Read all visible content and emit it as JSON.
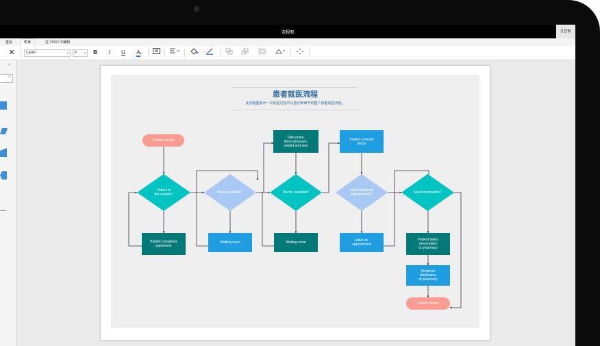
{
  "window": {
    "title": "流程图",
    "user": "孔巴斯"
  },
  "tabs": [
    {
      "label": "查看"
    },
    {
      "label": "形状"
    },
    {
      "label": "在 VISIO 中编辑"
    }
  ],
  "ribbon": {
    "font_name": "Calibri",
    "font_size": "8",
    "bold": "B",
    "italic": "I",
    "underline": "U",
    "font_color": "A"
  },
  "diagram": {
    "title": "患者就医流程",
    "subtitle": "此流程图展示一次就医过程中从登记到离开的整个患者就医流程。",
    "colors": {
      "start_end": "#fa9c8f",
      "decision": "#00c4c2",
      "decision_light": "#a9c9f5",
      "process_dark": "#047a78",
      "process_blue": "#1e9ee0"
    },
    "nodes": {
      "arrives": "Patient arrives",
      "in_system": "Patient in\nthe system?",
      "completes": "Patient completes\npaperwork",
      "nurse": "Nurse available?",
      "waiting1": "Waiting room",
      "vitals": "Take pulse,\nblood pressure,\nweight and size",
      "doctor": "Doctor available?",
      "waiting2": "Waiting room",
      "consults": "Patient consults\ndoctor",
      "followup": "Need follow-up\nappointment?",
      "make_appt": "Make an\nappointment",
      "medication": "Need medication?",
      "prescription": "Patient takes\nprescription\nto pharmacy",
      "dispense": "Dispense\nMedication\nat pharmacy",
      "leaves": "Patient leaves"
    }
  }
}
